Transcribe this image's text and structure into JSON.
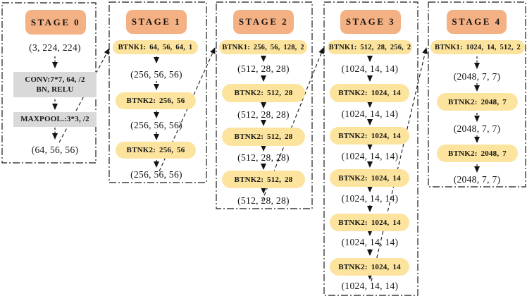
{
  "diagram_title": "ResNet staged architecture diagram",
  "palette": {
    "background": "#FFFFFF",
    "stage_fill": "#F4B183",
    "block_fill": "#FCE49E",
    "op_fill": "#D9D9D9",
    "line": "#3D3D3D",
    "text": "#141414"
  },
  "stages": [
    {
      "title": "STAGE 0",
      "input_dim": "(3, 224, 224)",
      "conv_line1": "CONV:7*7, 64, /2",
      "conv_line2": "BN, RELU",
      "maxpool": "MAXPOOL.:3*3, /2",
      "output_dim": "(64, 56, 56)"
    },
    {
      "title": "STAGE 1",
      "btnk1": "BTNK1: 64, 56, 64, 1",
      "btnk2": [
        "BTNK2: 256, 56",
        "BTNK2: 256, 56"
      ],
      "outputs": [
        "(256, 56, 56)",
        "(256, 56, 56)",
        "(256, 56, 56)"
      ]
    },
    {
      "title": "STAGE 2",
      "btnk1": "BTNK1: 256, 56, 128, 2",
      "btnk2": [
        "BTNK2: 512, 28",
        "BTNK2: 512, 28",
        "BTNK2: 512, 28"
      ],
      "outputs": [
        "(512, 28, 28)",
        "(512, 28, 28)",
        "(512, 28, 28)",
        "(512, 28, 28)"
      ]
    },
    {
      "title": "STAGE 3",
      "btnk1": "BTNK1: 512, 28, 256, 2",
      "btnk2": [
        "BTNK2: 1024, 14",
        "BTNK2: 1024, 14",
        "BTNK2: 1024, 14",
        "BTNK2: 1024, 14",
        "BTNK2: 1024, 14"
      ],
      "outputs": [
        "(1024, 14, 14)",
        "(1024, 14, 14)",
        "(1024, 14, 14)",
        "(1024, 14, 14)",
        "(1024, 14, 14)",
        "(1024, 14, 14)"
      ]
    },
    {
      "title": "STAGE 4",
      "btnk1": "BTNK1: 1024, 14, 512, 2",
      "btnk2": [
        "BTNK2: 2048, 7",
        "BTNK2: 2048, 7"
      ],
      "outputs": [
        "(2048, 7, 7)",
        "(2048, 7, 7)",
        "(2048, 7, 7)"
      ]
    }
  ]
}
